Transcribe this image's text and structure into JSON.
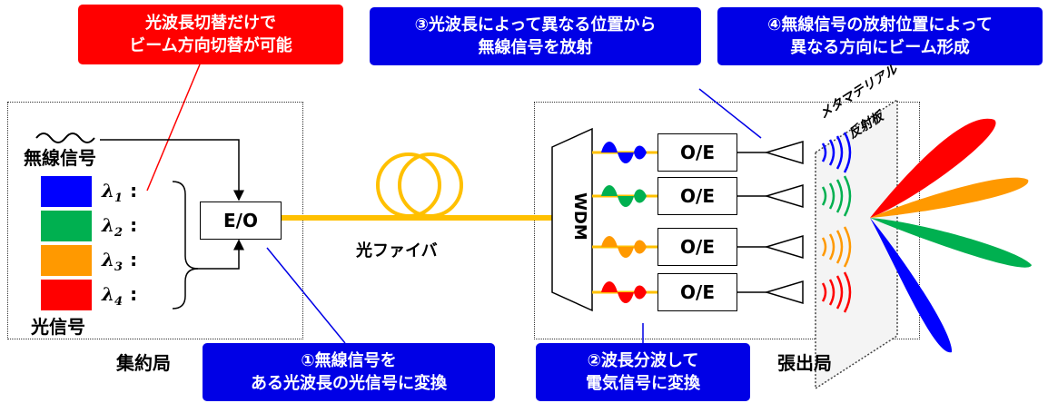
{
  "callouts": {
    "wavelength_switch": [
      "光波長切替だけで",
      "ビーム方向切替が可能"
    ],
    "radiate": [
      "③光波長によって異なる位置から",
      "無線信号を放射"
    ],
    "beam_form": [
      "④無線信号の放射位置によって",
      "異なる方向にビーム形成"
    ],
    "convert": [
      "①無線信号を",
      "ある光波長の光信号に変換"
    ],
    "demux": [
      "②波長分波して",
      "電気信号に変換"
    ]
  },
  "labels": {
    "radio_signal": "無線信号",
    "optical_signal": "光信号",
    "central_station": "集約局",
    "remote_station": "張出局",
    "fiber": "光ファイバ",
    "metamaterial_1": "メタマテリアル",
    "metamaterial_2": "反射板",
    "eo": "E/O",
    "oe": "O/E",
    "wdm": "WDM"
  },
  "wavelengths": [
    {
      "symbol": "λ",
      "index": "1",
      "color": "#0000ff"
    },
    {
      "symbol": "λ",
      "index": "2",
      "color": "#00b050"
    },
    {
      "symbol": "λ",
      "index": "3",
      "color": "#ff9900"
    },
    {
      "symbol": "λ",
      "index": "4",
      "color": "#ff0000"
    }
  ],
  "colors": {
    "callout_red": "#ff0000",
    "callout_blue": "#0000e6",
    "fiber": "#ffc000"
  }
}
